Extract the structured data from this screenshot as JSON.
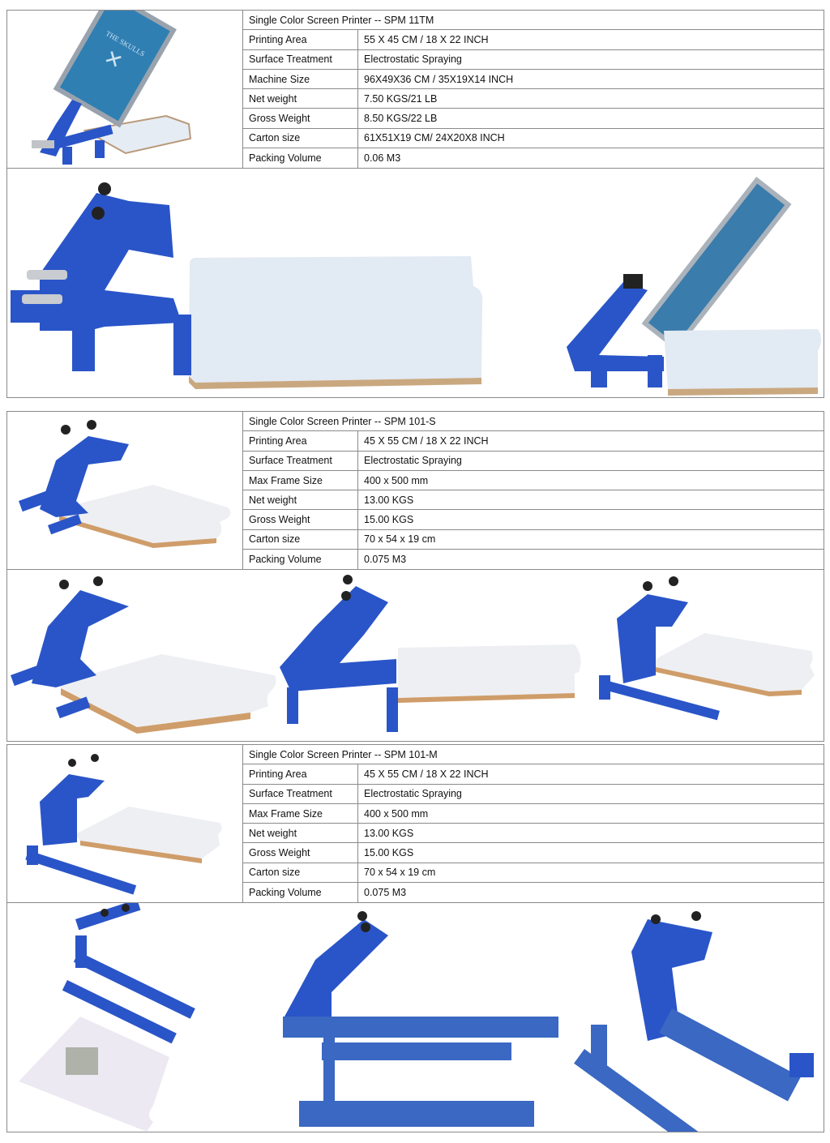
{
  "products": [
    {
      "title": "Single Color Screen Printer -- SPM 11TM",
      "specs": [
        {
          "label": "Printing Area",
          "value": "55 X 45 CM / 18 X 22 INCH"
        },
        {
          "label": "Surface Treatment",
          "value": "Electrostatic Spraying"
        },
        {
          "label": "Machine Size",
          "value": "96X49X36 CM / 35X19X14 INCH"
        },
        {
          "label": "Net weight",
          "value": "7.50 KGS/21 LB"
        },
        {
          "label": "Gross Weight",
          "value": "8.50 KGS/22 LB"
        },
        {
          "label": "Carton size",
          "value": "61X51X19 CM/ 24X20X8 INCH"
        },
        {
          "label": "Packing Volume",
          "value": "0.06 M3"
        }
      ],
      "thumbnail_text": "THE SKULLS"
    },
    {
      "title": "Single Color Screen Printer -- SPM 101-S",
      "specs": [
        {
          "label": "Printing Area",
          "value": "45 X 55 CM / 18 X 22 INCH"
        },
        {
          "label": "Surface Treatment",
          "value": "Electrostatic Spraying"
        },
        {
          "label": "Max Frame Size",
          "value": "400 x 500 mm"
        },
        {
          "label": "Net weight",
          "value": "13.00 KGS"
        },
        {
          "label": "Gross Weight",
          "value": "15.00 KGS"
        },
        {
          "label": "Carton size",
          "value": "70 x 54 x 19 cm"
        },
        {
          "label": "Packing Volume",
          "value": "0.075 M3"
        }
      ]
    },
    {
      "title": "Single Color Screen Printer -- SPM 101-M",
      "specs": [
        {
          "label": "Printing Area",
          "value": "45 X 55 CM / 18 X 22 INCH"
        },
        {
          "label": "Surface Treatment",
          "value": "Electrostatic Spraying"
        },
        {
          "label": "Max Frame Size",
          "value": "400 x 500 mm"
        },
        {
          "label": "Net weight",
          "value": "13.00 KGS"
        },
        {
          "label": "Gross Weight",
          "value": "15.00 KGS"
        },
        {
          "label": "Carton size",
          "value": "70 x 54 x 19 cm"
        },
        {
          "label": "Packing Volume",
          "value": "0.075 M3"
        }
      ]
    }
  ],
  "colors": {
    "machine_blue": "#2a55c8",
    "pallet_white": "#e8eef6",
    "pallet_edge": "#c9a27a",
    "border": "#8a8a8a"
  }
}
